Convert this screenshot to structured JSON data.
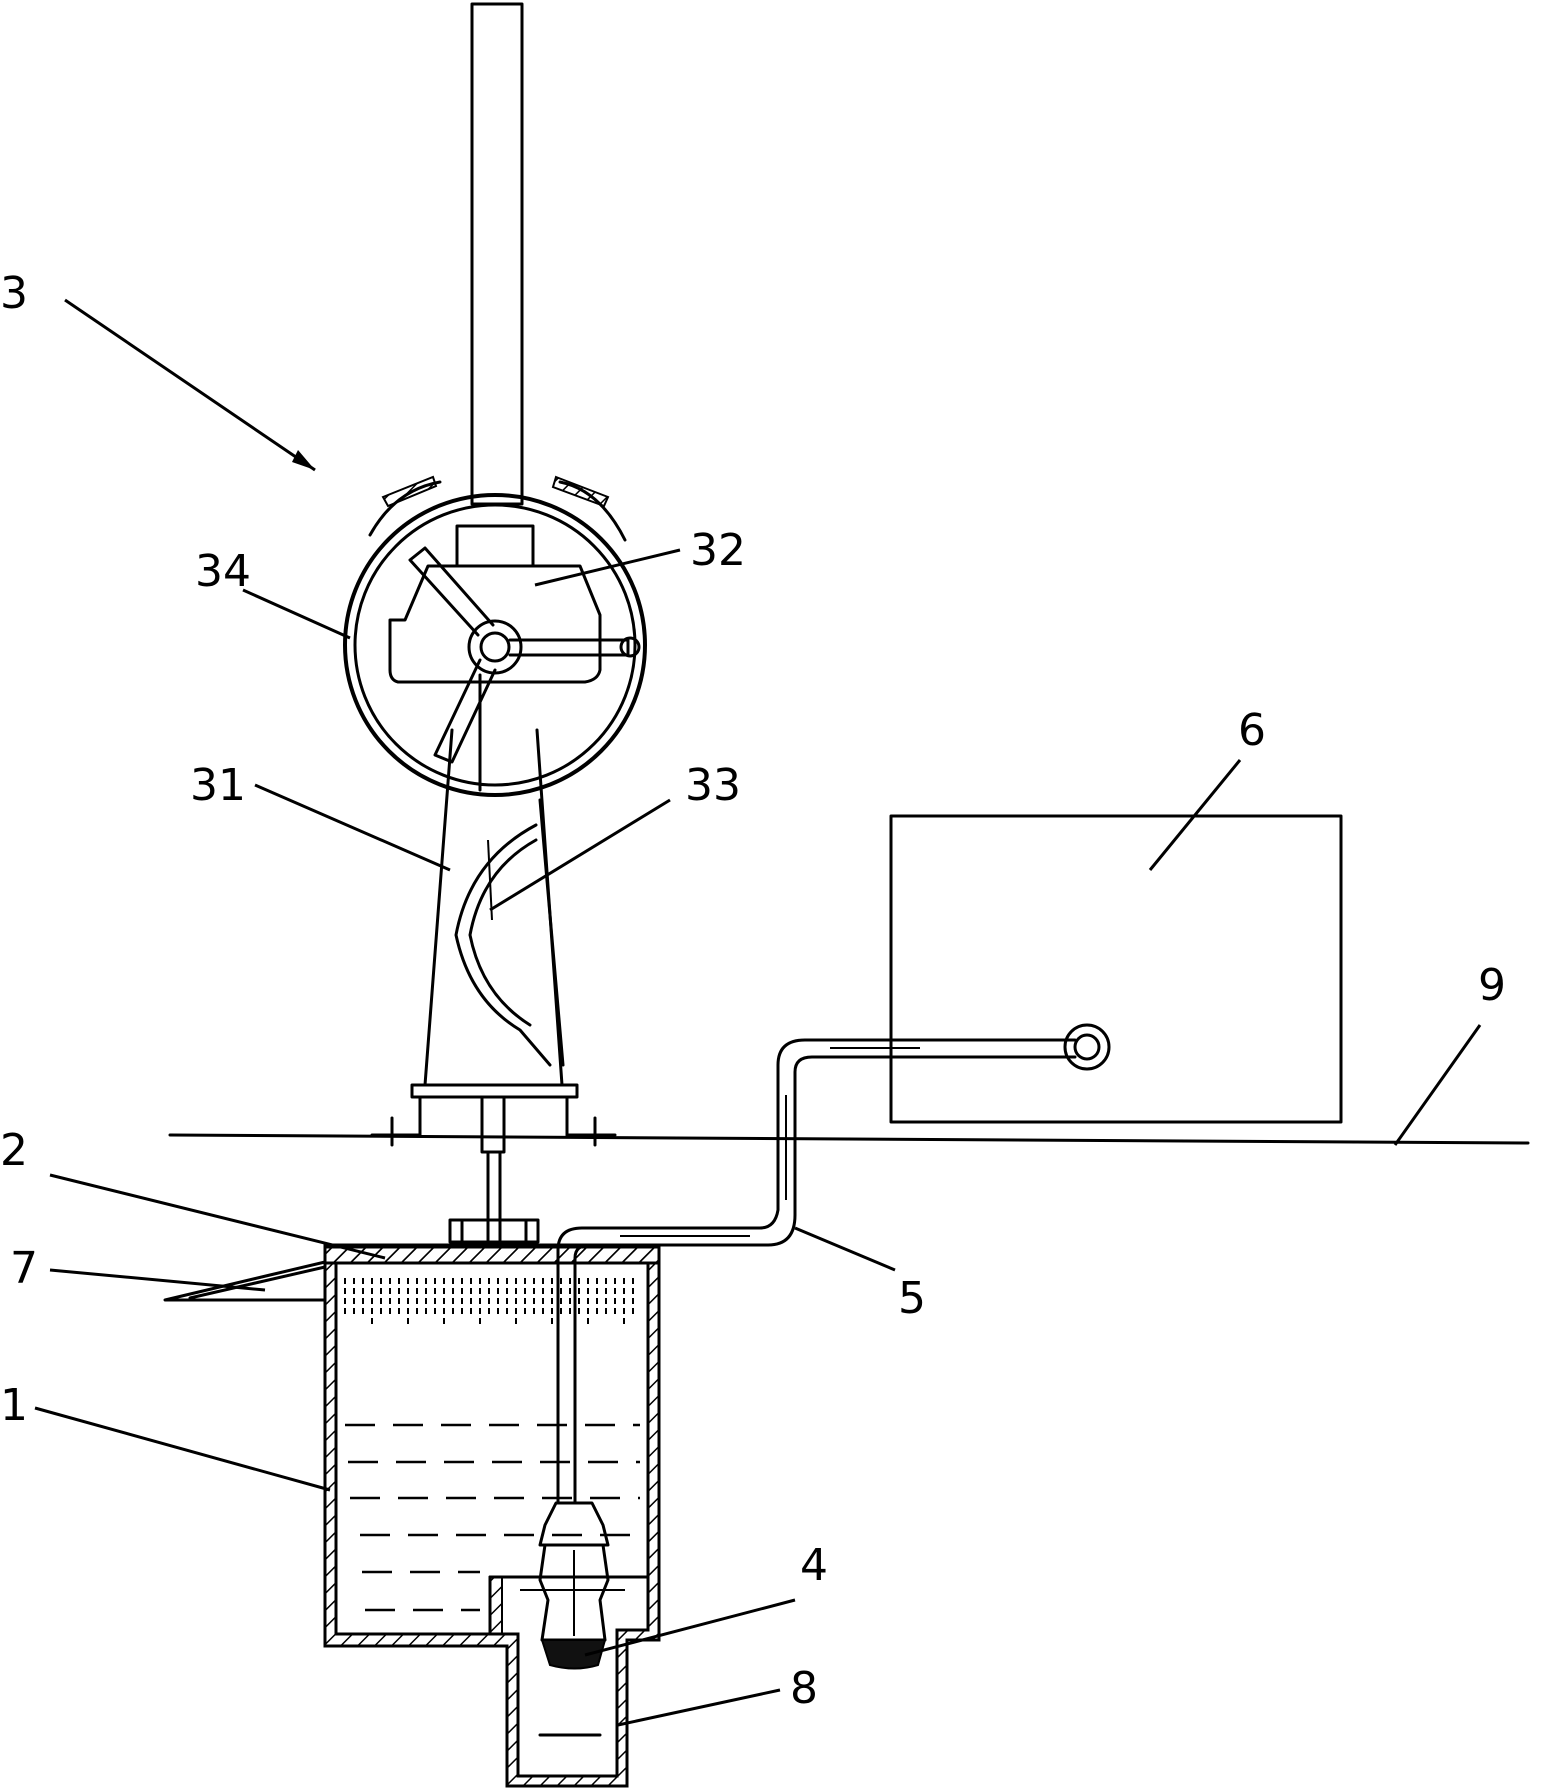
{
  "labels": {
    "tank": "1",
    "lid": "2",
    "wind_turbine": "3",
    "pump": "4",
    "pipe": "5",
    "reservoir": "6",
    "inlet": "7",
    "sump": "8",
    "ground": "9",
    "tower": "31",
    "generator": "32",
    "helical_blade": "33",
    "rotor_ring": "34"
  }
}
